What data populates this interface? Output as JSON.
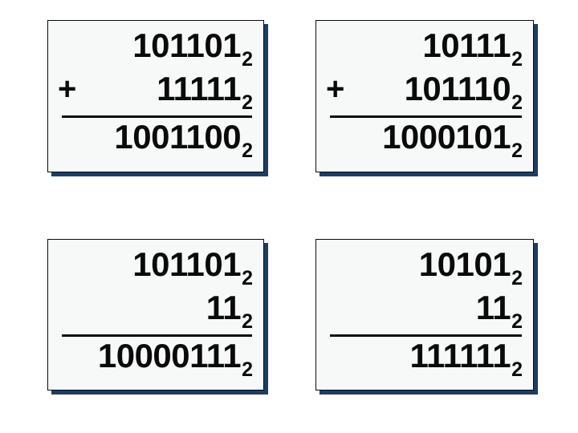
{
  "slide": {
    "background_color": "#ffffff",
    "card_background_color": "#f7f8f8",
    "card_border_color": "#0b0b0b",
    "card_shadow_color": "#1f3d63",
    "subscript": "2"
  },
  "problems": [
    {
      "id": "problem-top-left",
      "operator": "+",
      "operator_visible": false,
      "operands": [
        {
          "digits": "101101",
          "base": "2",
          "show_operator": false
        },
        {
          "digits": "11111",
          "base": "2",
          "show_operator": true,
          "operator": "+"
        }
      ],
      "result": {
        "digits": "1001100",
        "base": "2"
      }
    },
    {
      "id": "problem-top-right",
      "operator": "+",
      "operator_visible": false,
      "operands": [
        {
          "digits": "10111",
          "base": "2",
          "show_operator": false
        },
        {
          "digits": "101110",
          "base": "2",
          "show_operator": true,
          "operator": "+"
        }
      ],
      "result": {
        "digits": "1000101",
        "base": "2"
      }
    },
    {
      "id": "problem-bottom-left",
      "operator": "",
      "operator_visible": false,
      "operands": [
        {
          "digits": "101101",
          "base": "2",
          "show_operator": false
        },
        {
          "digits": "11",
          "base": "2",
          "show_operator": false,
          "operator": ""
        }
      ],
      "result": {
        "digits": "10000111",
        "base": "2"
      }
    },
    {
      "id": "problem-bottom-right",
      "operator": "",
      "operator_visible": false,
      "operands": [
        {
          "digits": "10101",
          "base": "2",
          "show_operator": false
        },
        {
          "digits": "11",
          "base": "2",
          "show_operator": false,
          "operator": ""
        }
      ],
      "result": {
        "digits": "111111",
        "base": "2"
      }
    }
  ]
}
